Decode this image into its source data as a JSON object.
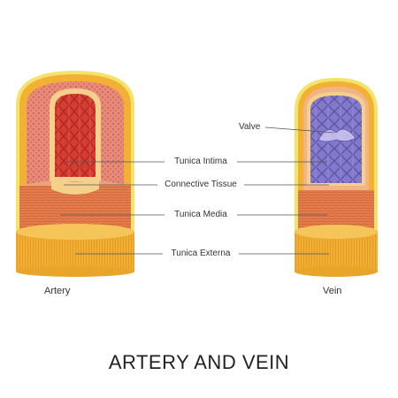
{
  "diagram": {
    "title": "ARTERY AND VEIN",
    "left_caption": "Artery",
    "right_caption": "Vein",
    "labels": {
      "valve": "Valve",
      "tunica_intima": "Tunica Intima",
      "connective_tissue": "Connective Tissue",
      "tunica_media": "Tunica Media",
      "tunica_externa": "Tunica Externa"
    },
    "colors": {
      "artery_lumen": "#d63c32",
      "vein_lumen": "#7f74c6",
      "tunica_externa": "#f2b035",
      "connective_tissue": "#f5d08a",
      "tunica_media": "#e6804f",
      "outer_edge": "#f4e36a",
      "leader_line": "#555555"
    }
  }
}
